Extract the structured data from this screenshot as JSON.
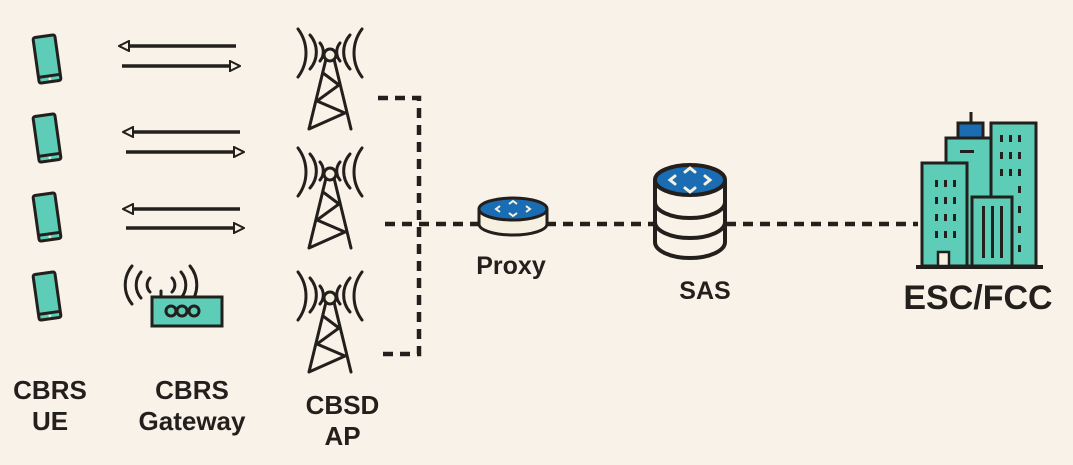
{
  "colors": {
    "background": "#f8f2e8",
    "ink": "#231f1c",
    "teal": "#5ecdb8",
    "blue": "#1a6db3",
    "cream": "#f5f0df"
  },
  "nodes": {
    "ue": {
      "line1": "CBRS",
      "line2": "UE",
      "icon": "smartphone-icon",
      "count": 4
    },
    "gateway": {
      "line1": "CBRS",
      "line2": "Gateway",
      "icon": "wifi-router-icon"
    },
    "cbsd": {
      "line1": "CBSD",
      "line2": "AP",
      "icon": "cell-tower-icon",
      "count": 3
    },
    "proxy": {
      "label": "Proxy",
      "icon": "router-disc-icon"
    },
    "sas": {
      "label": "SAS",
      "icon": "database-icon"
    },
    "esc": {
      "label": "ESC/FCC",
      "icon": "buildings-icon"
    }
  },
  "links": [
    {
      "from": "ue",
      "to": "cbsd",
      "style": "bidirectional-arrows"
    },
    {
      "from": "cbsd",
      "to": "proxy",
      "style": "dashed"
    },
    {
      "from": "proxy",
      "to": "sas",
      "style": "dashed"
    },
    {
      "from": "sas",
      "to": "esc",
      "style": "dashed"
    }
  ]
}
